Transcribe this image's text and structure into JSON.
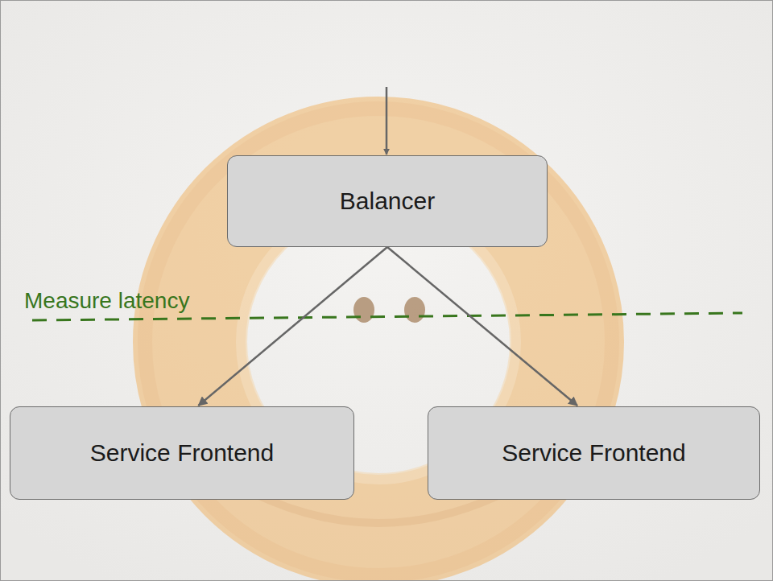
{
  "diagram": {
    "nodes": [
      {
        "text": [
          "Balancer"
        ]
      },
      {
        "text": [
          "Service Frontend"
        ]
      },
      {
        "text": [
          "Service Frontend"
        ]
      }
    ],
    "edges": [
      {
        "from": 0,
        "to": 1,
        "arrow": "to"
      },
      {
        "from": 0,
        "to": 2,
        "arrow": "to"
      }
    ],
    "labels": [
      "Measure latency"
    ]
  }
}
